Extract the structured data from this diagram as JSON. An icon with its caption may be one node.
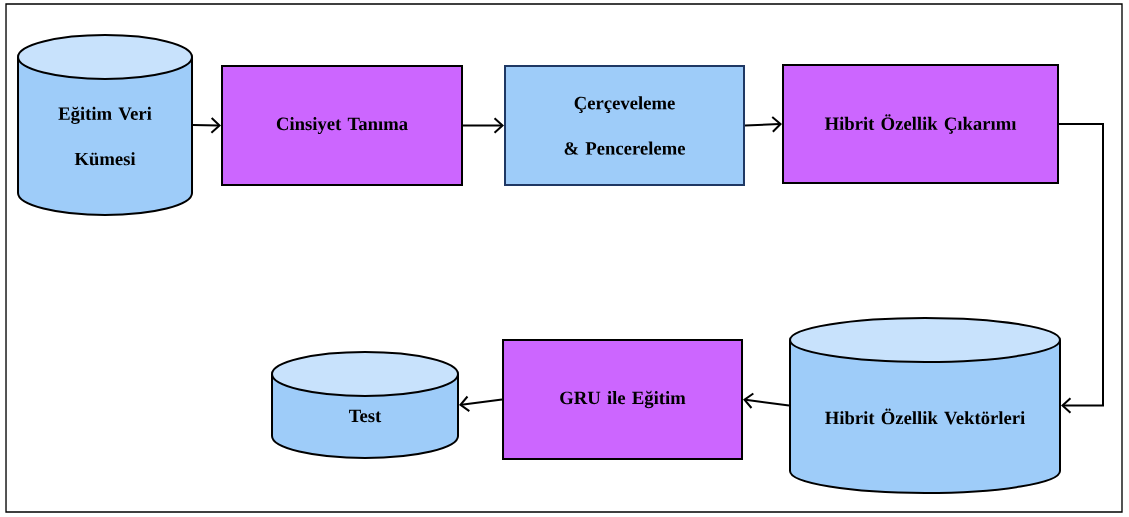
{
  "diagram": {
    "nodes": [
      {
        "text": [
          "Eğitim Veri Kümesi"
        ]
      },
      {
        "text": [
          "Cinsiyet Tanıma"
        ]
      },
      {
        "text": [
          "Çerçeveleme & Pencereleme"
        ]
      },
      {
        "text": [
          "Hibrit Özellik Çıkarımı"
        ]
      },
      {
        "text": [
          "Hibrit Özellik Vektörleri"
        ]
      },
      {
        "text": [
          "GRU ile Eğitim"
        ]
      },
      {
        "text": [
          "Test"
        ]
      }
    ],
    "edges": [
      {
        "from": 0,
        "to": 1,
        "arrow": "to"
      },
      {
        "from": 1,
        "to": 2,
        "arrow": "to"
      },
      {
        "from": 2,
        "to": 3,
        "arrow": "to"
      },
      {
        "from": 3,
        "to": 4,
        "arrow": "to"
      },
      {
        "from": 4,
        "to": 5,
        "arrow": "to"
      },
      {
        "from": 5,
        "to": 6,
        "arrow": "to"
      }
    ]
  }
}
